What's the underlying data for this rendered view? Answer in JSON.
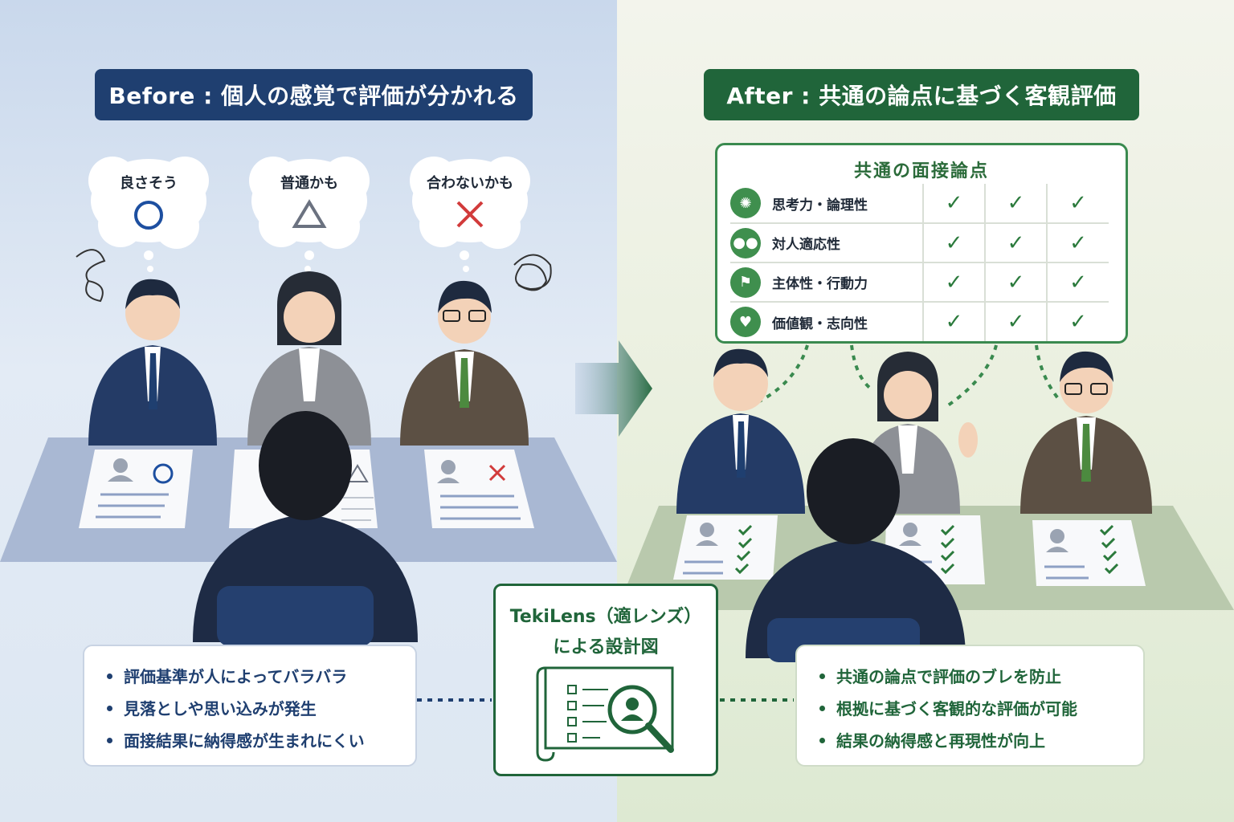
{
  "before": {
    "title": "Before : 個人の感覚で評価が分かれる",
    "thoughts": [
      {
        "text": "良さそう",
        "symbol": "circle"
      },
      {
        "text": "普通かも",
        "symbol": "triangle"
      },
      {
        "text": "合わないかも",
        "symbol": "cross"
      }
    ],
    "bullets": [
      "評価基準が人によってバラバラ",
      "見落としや思い込みが発生",
      "面接結果に納得感が生まれにくい"
    ]
  },
  "after": {
    "title": "After : 共通の論点に基づく客観評価",
    "criteria_title": "共通の面接論点",
    "criteria": [
      {
        "label": "思考力・論理性",
        "icon": "brain-icon"
      },
      {
        "label": "対人適応性",
        "icon": "people-icon"
      },
      {
        "label": "主体性・行動力",
        "icon": "flag-icon"
      },
      {
        "label": "価値観・志向性",
        "icon": "heart-icon"
      }
    ],
    "check": "✓",
    "bullets": [
      "共通の論点で評価のブレを防止",
      "根拠に基づく客観的な評価が可能",
      "結果の納得感と再現性が向上"
    ]
  },
  "center": {
    "title": "TekiLens（適レンズ）",
    "subtitle": "による設計図",
    "icon": "blueprint-magnifier-icon"
  },
  "colors": {
    "before_accent": "#1f3f70",
    "after_accent": "#20653a",
    "circle": "#1d4fa0",
    "triangle": "#6b7280",
    "cross": "#d23b3b",
    "check": "#2b7a3c"
  }
}
